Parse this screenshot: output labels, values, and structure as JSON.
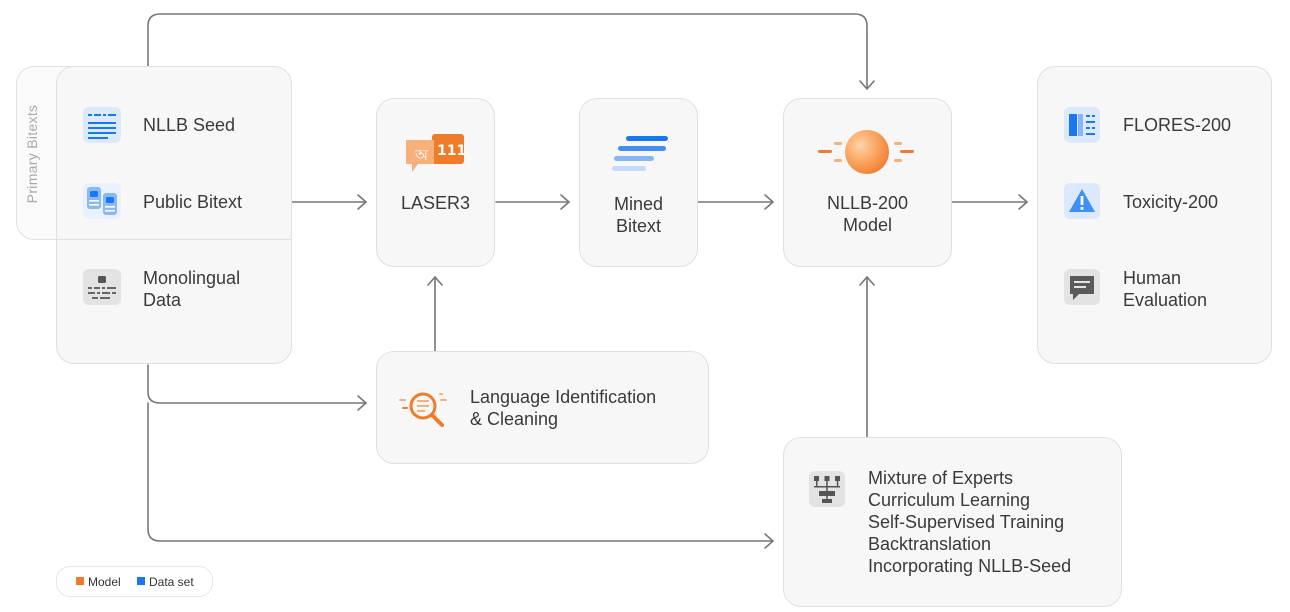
{
  "primary_bitexts_label": "Primary Bitexts",
  "data_sources": {
    "nllb_seed": "NLLB Seed",
    "public_bitext": "Public Bitext",
    "monolingual_line1": "Monolingual",
    "monolingual_line2": "Data"
  },
  "laser3": "LASER3",
  "laser3_icon_text": "111",
  "laser3_icon_glyph": "অ",
  "mined_bitext_line1": "Mined",
  "mined_bitext_line2": "Bitext",
  "model_line1": "NLLB-200",
  "model_line2": "Model",
  "lid_line1": "Language Identification",
  "lid_line2": "& Cleaning",
  "techniques": [
    "Mixture of Experts",
    "Curriculum Learning",
    "Self-Supervised Training",
    "Backtranslation",
    "Incorporating NLLB-Seed"
  ],
  "evaluation": {
    "flores": "FLORES-200",
    "toxicity": "Toxicity-200",
    "human_line1": "Human",
    "human_line2": "Evaluation"
  },
  "legend": {
    "model_label": "Model",
    "dataset_label": "Data set",
    "model_color": "#f07c2a",
    "dataset_color": "#1877f2"
  },
  "colors": {
    "arrow": "#777777",
    "box_bg": "#f7f7f7",
    "box_border": "#e0e0e0",
    "orange": "#f07c2a",
    "blue": "#1877f2"
  }
}
